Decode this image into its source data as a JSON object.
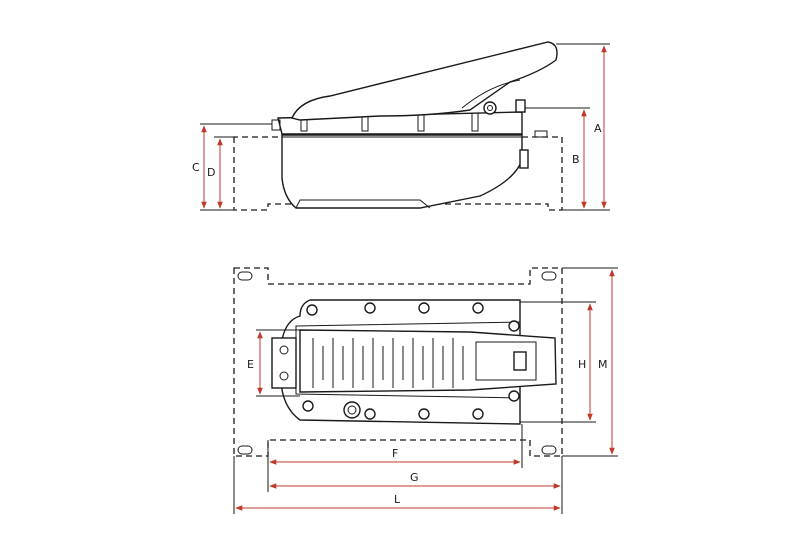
{
  "diagram": {
    "accent_color": "#c0392b",
    "line_color": "#1a1a1a",
    "dimension_labels": {
      "A": "A",
      "B": "B",
      "C": "C",
      "D": "D",
      "E": "E",
      "F": "F",
      "G": "G",
      "H": "H",
      "L": "L",
      "M": "M"
    }
  }
}
